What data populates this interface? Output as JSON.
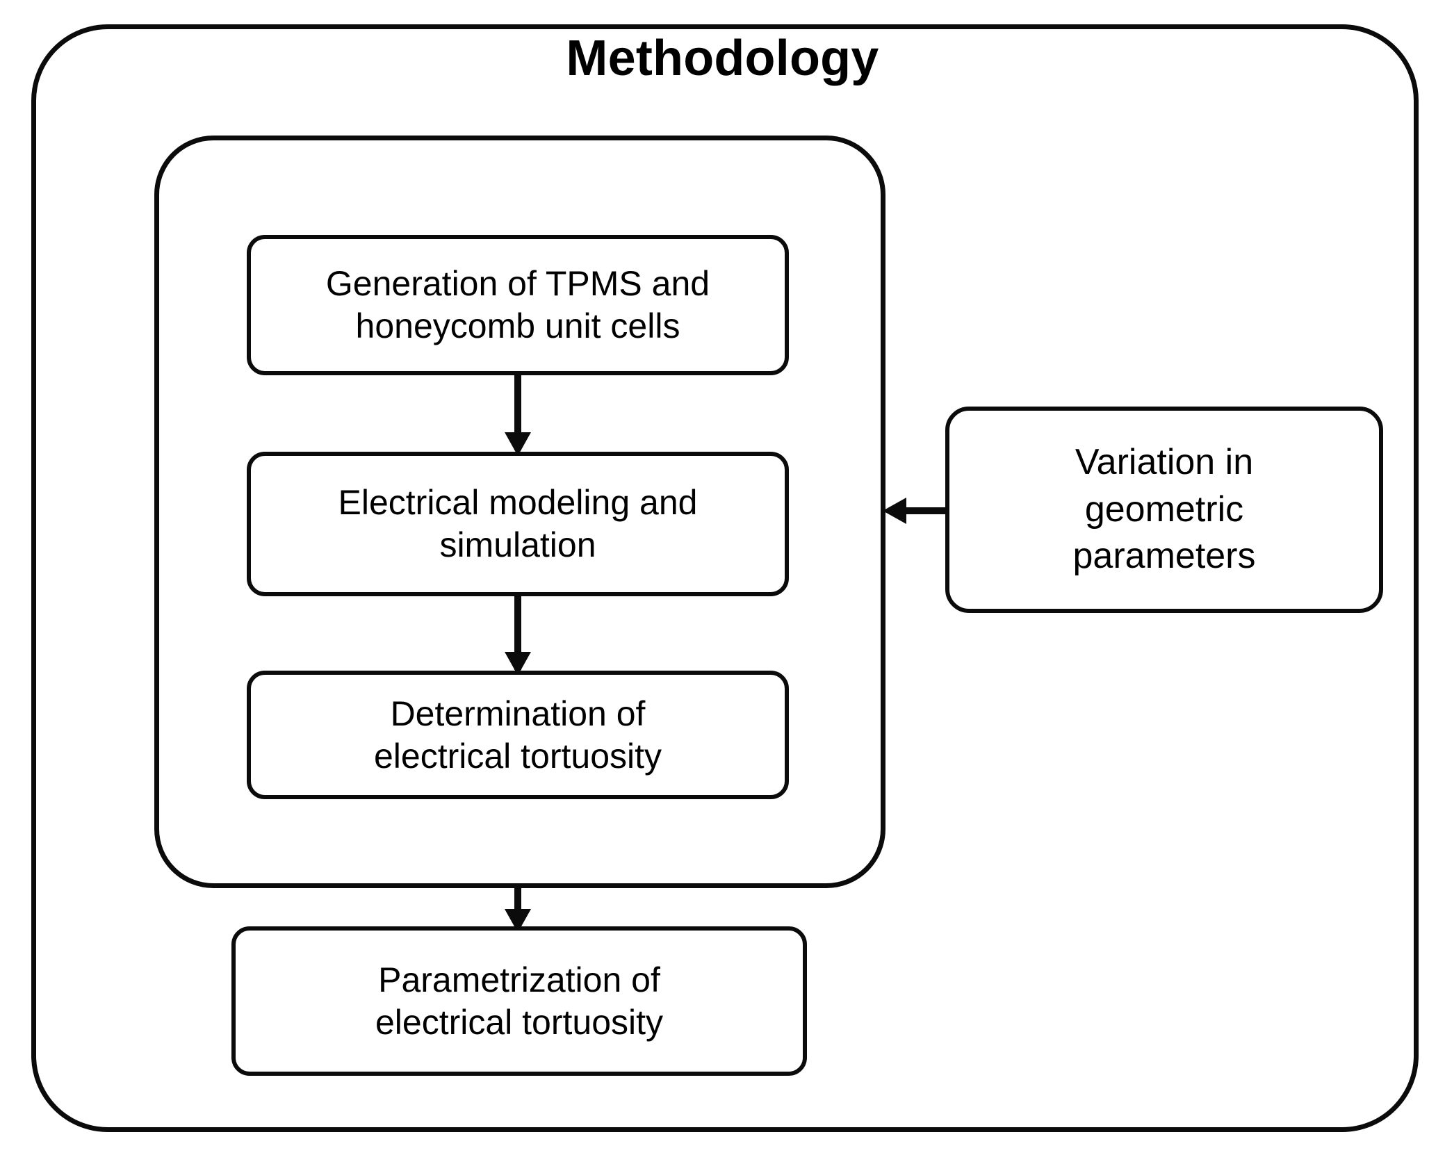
{
  "diagram": {
    "title": "Methodology",
    "type": "flowchart",
    "outer_group_label": "Methodology",
    "inner_group_label": "",
    "nodes": [
      {
        "id": "generation",
        "label": "Generation of TPMS and\nhoneycomb unit cells",
        "group": "inner"
      },
      {
        "id": "modeling",
        "label": "Electrical modeling and\nsimulation",
        "group": "inner"
      },
      {
        "id": "determination",
        "label": "Determination of\nelectrical tortuosity",
        "group": "inner"
      },
      {
        "id": "parametrization",
        "label": "Parametrization of\nelectrical tortuosity",
        "group": "outer"
      },
      {
        "id": "variation",
        "label": "Variation in\ngeometric\nparameters",
        "group": "external"
      }
    ],
    "edges": [
      {
        "from": "generation",
        "to": "modeling",
        "direction": "down"
      },
      {
        "from": "modeling",
        "to": "determination",
        "direction": "down"
      },
      {
        "from": "inner-group",
        "to": "parametrization",
        "direction": "down"
      },
      {
        "from": "variation",
        "to": "inner-group",
        "direction": "left"
      }
    ],
    "colors": {
      "stroke": "#0b0b0b",
      "background": "#ffffff",
      "text": "#000000"
    }
  }
}
